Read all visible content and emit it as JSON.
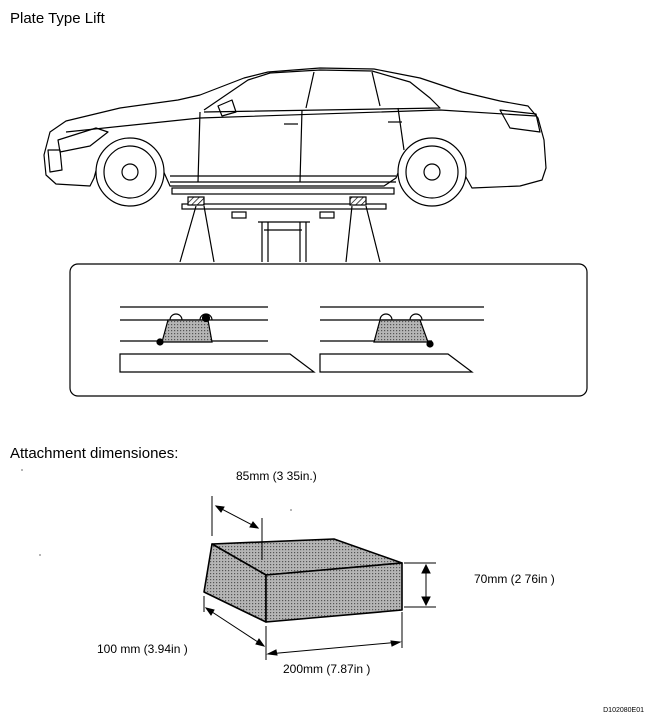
{
  "title": "Plate Type Lift",
  "section_heading": "Attachment dimensiones:",
  "dimensions": {
    "width": "85mm (3 35in.)",
    "height": "70mm (2 76in )",
    "length": "100 mm (3.94in )",
    "depth": "200mm (7.87in )"
  },
  "figure_code": "D102080E01",
  "colors": {
    "line": "#000000",
    "pad_fill": "#8a8a8a",
    "background": "#ffffff"
  }
}
